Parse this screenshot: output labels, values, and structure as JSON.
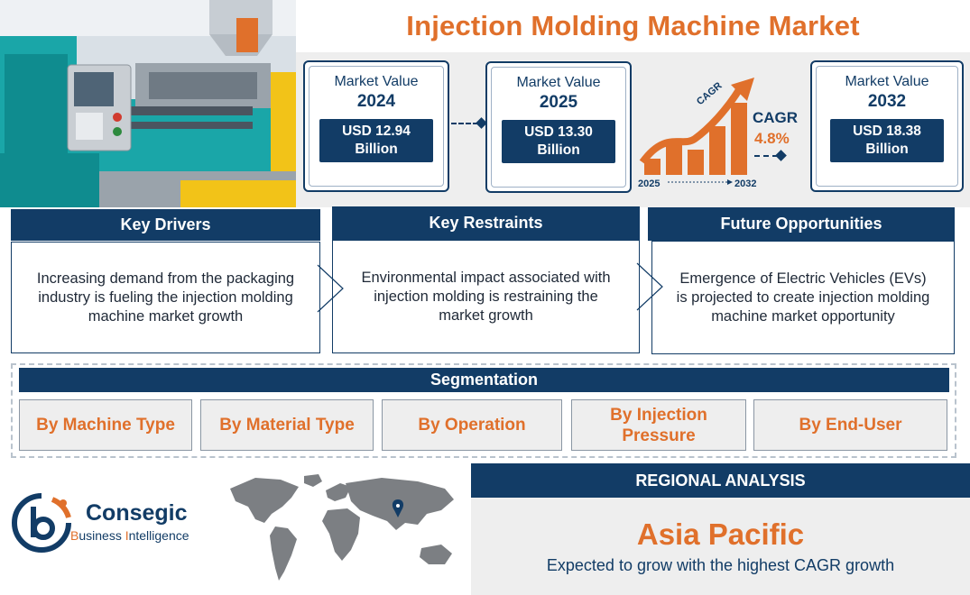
{
  "title": "Injection Molding Machine Market",
  "market_values": [
    {
      "label": "Market Value",
      "year": "2024",
      "value": "USD 12.94\nBillion"
    },
    {
      "label": "Market Value",
      "year": "2025",
      "value": "USD 13.30\nBillion"
    },
    {
      "label": "Market Value",
      "year": "2032",
      "value": "USD 18.38\nBillion"
    }
  ],
  "cagr": {
    "label": "CAGR",
    "value": "4.8%",
    "arrow_text": "CAGR",
    "start_year": "2025",
    "end_year": "2032"
  },
  "drivers": {
    "key_drivers": {
      "title": "Key Drivers",
      "text": "Increasing demand from the packaging industry is fueling the injection molding machine market growth"
    },
    "key_restraints": {
      "title": "Key Restraints",
      "text": "Environmental impact associated with injection molding is restraining the market growth"
    },
    "future_opportunities": {
      "title": "Future Opportunities",
      "text": "Emergence of Electric Vehicles (EVs) is projected to create injection molding machine market opportunity"
    }
  },
  "segmentation": {
    "title": "Segmentation",
    "items": [
      "By Machine Type",
      "By Material Type",
      "By Operation",
      "By Injection Pressure",
      "By End-User"
    ]
  },
  "logo": {
    "name": "Consegic",
    "tagline": "Business Intelligence"
  },
  "regional": {
    "title": "REGIONAL ANALYSIS",
    "region": "Asia Pacific",
    "description": "Expected to grow with the highest CAGR growth"
  },
  "colors": {
    "navy": "#123c66",
    "orange": "#e0702b",
    "panel": "#eeeeee"
  }
}
